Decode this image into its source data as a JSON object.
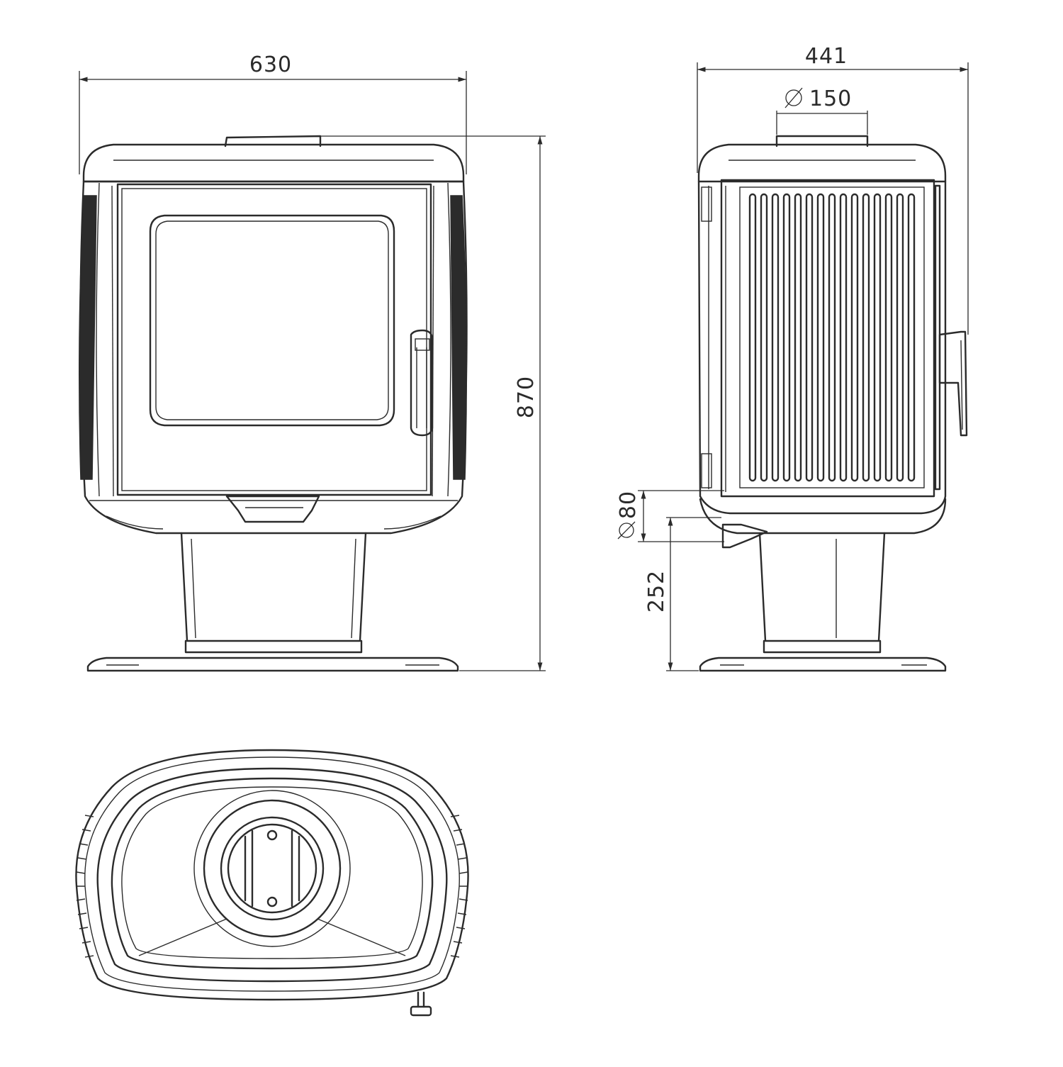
{
  "dimensions": {
    "front_width": "630",
    "side_depth": "441",
    "flue_diameter": "150",
    "total_height": "870",
    "air_inlet_diameter": "80",
    "air_inlet_height": "252"
  },
  "colors": {
    "line": "#2b2b2b",
    "background": "#ffffff"
  },
  "icons": {
    "diameter_symbol": "diameter-icon"
  }
}
